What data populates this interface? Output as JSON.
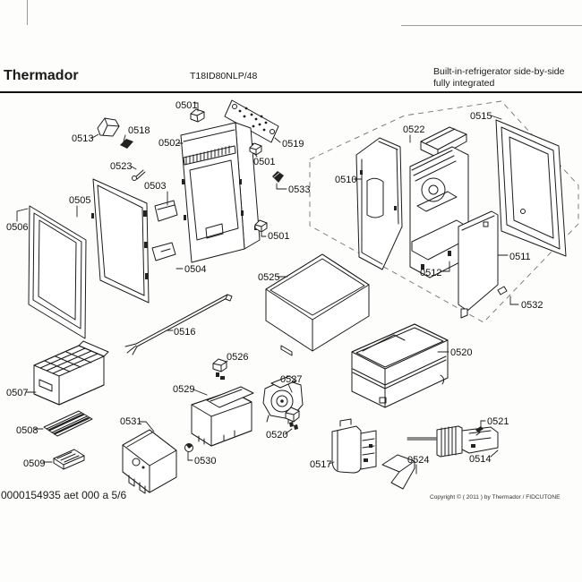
{
  "header": {
    "brand": "Thermador",
    "model": "T18ID80NLP/48",
    "product_line1": "Built-in-refrigerator side-by-side",
    "product_line2": "fully integrated"
  },
  "footer": {
    "doc_ref": "0000154935 aet 000 a 5/6",
    "copyright": "Copyright © ( 2011 ) by Thermador / FIDCUTONE"
  },
  "diagram": {
    "kind": "exploded-parts-diagram",
    "labels": {
      "p0501a": "0501",
      "p0501b": "0501",
      "p0501c": "0501",
      "p0502": "0502",
      "p0503": "0503",
      "p0504": "0504",
      "p0505": "0505",
      "p0506": "0506",
      "p0507": "0507",
      "p0508": "0508",
      "p0509": "0509",
      "p0510": "0510",
      "p0511": "0511",
      "p0512": "0512",
      "p0513": "0513",
      "p0514": "0514",
      "p0515": "0515",
      "p0516": "0516",
      "p0517": "0517",
      "p0518": "0518",
      "p0519": "0519",
      "p0520a": "0520",
      "p0520b": "0520",
      "p0521": "0521",
      "p0522": "0522",
      "p0523": "0523",
      "p0524": "0524",
      "p0525": "0525",
      "p0526": "0526",
      "p0527": "0527",
      "p0529": "0529",
      "p0530": "0530",
      "p0531": "0531",
      "p0532": "0532",
      "p0533": "0533"
    }
  },
  "colors": {
    "ink": "#1c1c1c",
    "paper": "#fdfdfb",
    "faint_line": "#9a9f9a"
  }
}
